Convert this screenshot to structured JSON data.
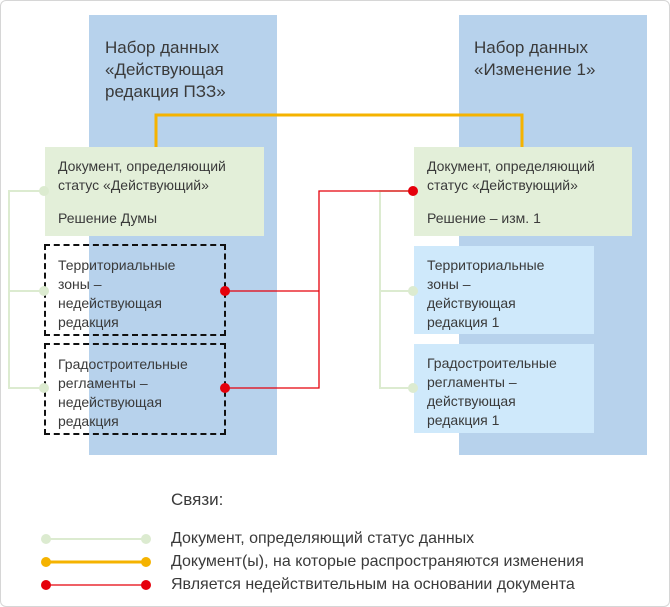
{
  "columns": {
    "left": {
      "title": "Набор данных\n«Действующая\nредакция ПЗЗ»"
    },
    "right": {
      "title": "Набор данных\n«Изменение 1»"
    }
  },
  "left_boxes": {
    "doc": {
      "text": "Документ, определяющий\nстатус «Действующий»",
      "sub": "Решение Думы"
    },
    "zones": {
      "text": "Территориальные\nзоны –\nнедействующая\nредакция"
    },
    "regs": {
      "text": "Градостроительные\nрегламенты –\nнедействующая\nредакция"
    }
  },
  "right_boxes": {
    "doc": {
      "text": "Документ, определяющий\nстатус «Действующий»",
      "sub": "Решение – изм. 1"
    },
    "zones": {
      "text": "Территориальные\nзоны –\nдействующая\nредакция 1"
    },
    "regs": {
      "text": "Градостроительные\nрегламенты –\nдействующая\nредакция 1"
    }
  },
  "legend": {
    "title": "Связи:",
    "items": [
      {
        "label": "Документ, определяющий статус данных",
        "color": "#dcebd0"
      },
      {
        "label": "Документ(ы), на которые распространяются изменения",
        "color": "#f5b300"
      },
      {
        "label": "Является недействительным на основании документа",
        "color": "#e5000b"
      }
    ]
  },
  "colors": {
    "column": "#b7d2ec",
    "green_box": "#e3efd9",
    "light_box": "#cfe9fb",
    "green_line": "#dcebd0",
    "orange": "#f5b300",
    "red": "#e5000b"
  }
}
